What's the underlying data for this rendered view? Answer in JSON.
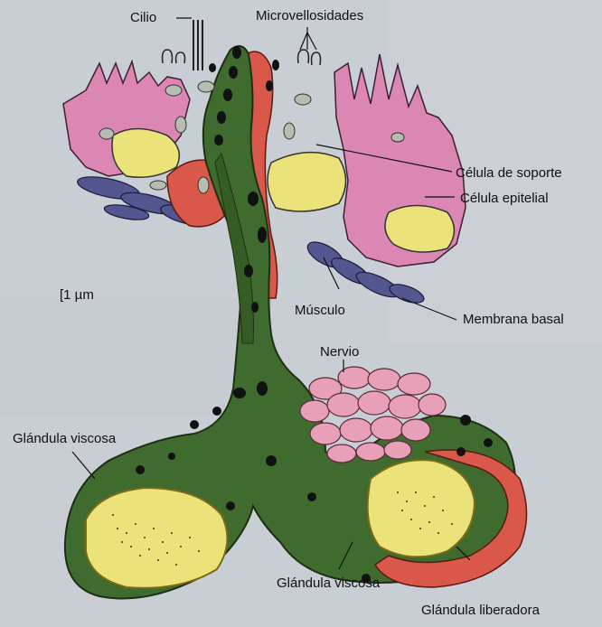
{
  "diagram": {
    "labels": {
      "cilio": "Cilio",
      "microvellosidades": "Microvellosidades",
      "celula_soporte": "Célula de soporte",
      "celula_epitelial": "Célula epitelial",
      "escala": "[1 µm",
      "musculo": "Músculo",
      "membrana_basal": "Membrana basal",
      "nervio": "Nervio",
      "glandula_viscosa_izq": "Glándula viscosa",
      "glandula_viscosa_inf": "Glándula viscosa",
      "glandula_liberadora": "Glándula liberadora"
    },
    "colors": {
      "page": "#c9cdd4",
      "gland_green": "#3f6b2e",
      "gland_outline": "#1e2f14",
      "nucleus_yellow": "#ece27a",
      "releasing_red": "#d9584a",
      "epithelial_pink": "#dc86b4",
      "muscle_blue": "#54568f",
      "nerve_pink": "#e89fb8",
      "granule_dark": "#111111"
    }
  }
}
